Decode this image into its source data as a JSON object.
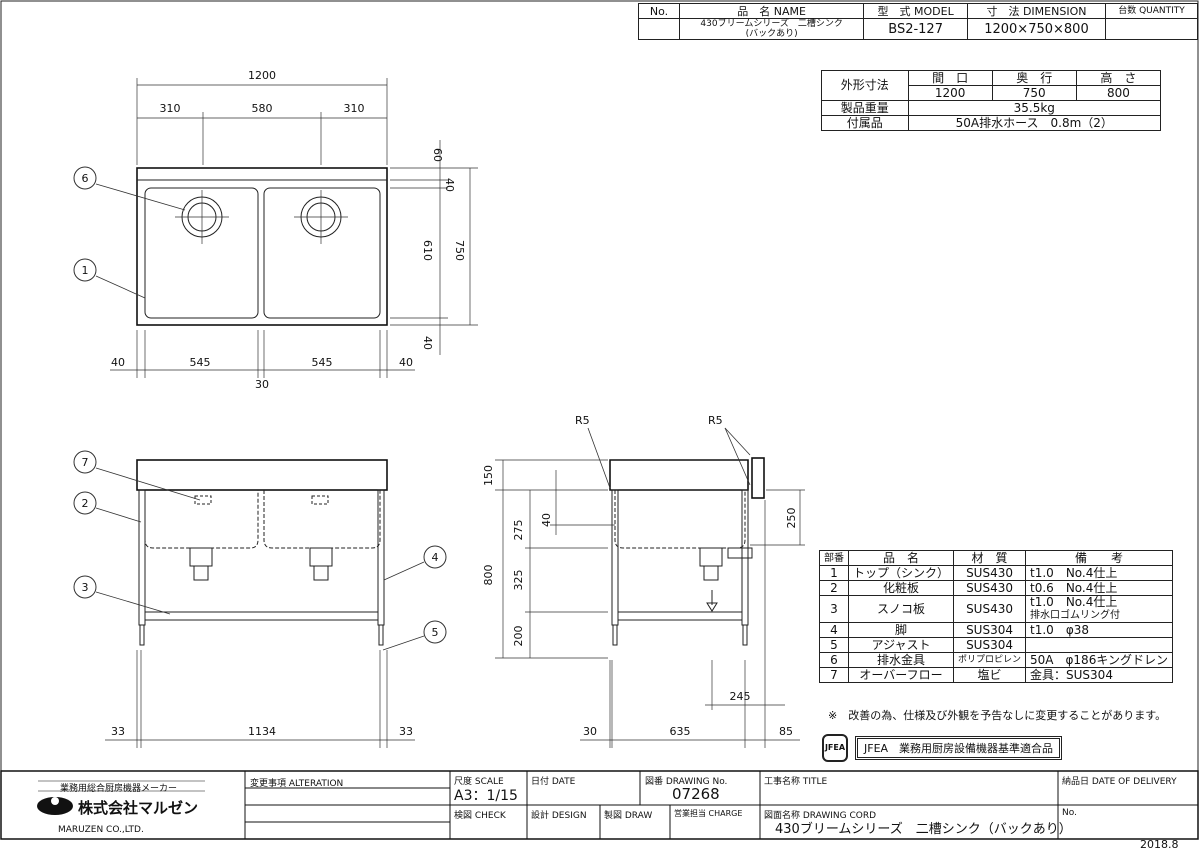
{
  "header_table": {
    "h_no": "No.",
    "h_name": "品　名 NAME",
    "h_model": "型　式 MODEL",
    "h_dim": "寸　法 DIMENSION",
    "h_qty": "台数 QUANTITY",
    "name_line1": "430ブリームシリーズ　二槽シンク",
    "name_line2": "(バックあり)",
    "model": "BS2-127",
    "dimension": "1200×750×800"
  },
  "spec_table": {
    "outer_label": "外形寸法",
    "w_label": "間　口",
    "d_label": "奥　行",
    "h_label": "高　さ",
    "w": "1200",
    "d": "750",
    "h": "800",
    "weight_label": "製品重量",
    "weight": "35.5kg",
    "acc_label": "付属品",
    "acc": "50A排水ホース　0.8m（2）"
  },
  "parts_table": {
    "headers": [
      "部番",
      "品　名",
      "材　質",
      "備　　考"
    ],
    "rows": [
      {
        "no": "1",
        "name": "トップ（シンク）",
        "mat": "SUS430",
        "note": "t1.0　No.4仕上"
      },
      {
        "no": "2",
        "name": "化粧板",
        "mat": "SUS430",
        "note": "t0.6　No.4仕上"
      },
      {
        "no": "3",
        "name": "スノコ板",
        "mat": "SUS430",
        "note": "t1.0　No.4仕上",
        "note2": "排水口ゴムリング付"
      },
      {
        "no": "4",
        "name": "脚",
        "mat": "SUS304",
        "note": "t1.0　φ38"
      },
      {
        "no": "5",
        "name": "アジャスト",
        "mat": "SUS304",
        "note": ""
      },
      {
        "no": "6",
        "name": "排水金具",
        "mat": "ポリプロピレン",
        "note": "50A　φ186キングドレン"
      },
      {
        "no": "7",
        "name": "オーバーフロー",
        "mat": "塩ビ",
        "note": "金具：SUS304"
      }
    ]
  },
  "notice": "※　改善の為、仕様及び外観を予告なしに変更することがあります。",
  "jfea": {
    "logo": "JFEA",
    "label": "JFEA　業務用厨房設備機器基準適合品"
  },
  "dims": {
    "top_total": "1200",
    "top_a": "310",
    "top_b": "580",
    "top_c": "310",
    "r60": "60",
    "r40a": "40",
    "r610": "610",
    "r750": "750",
    "r40b": "40",
    "b40a": "40",
    "b545a": "545",
    "b30": "30",
    "b545b": "545",
    "b40b": "40",
    "f33a": "33",
    "f1134": "1134",
    "f33b": "33",
    "s150": "150",
    "s275": "275",
    "s325": "325",
    "s200": "200",
    "s800": "800",
    "s40": "40",
    "s250": "250",
    "s245": "245",
    "s30": "30",
    "s635": "635",
    "s85": "85",
    "r5a": "R5",
    "r5b": "R5"
  },
  "balloons": {
    "b1": "1",
    "b2": "2",
    "b3": "3",
    "b4": "4",
    "b5": "5",
    "b6": "6",
    "b7": "7"
  },
  "title_block": {
    "maker_tag": "業務用総合厨房機器メーカー",
    "company": "株式会社マルゼン",
    "company_en": "MARUZEN CO.,LTD.",
    "alteration": "変更事項 ALTERATION",
    "scale_label": "尺度 SCALE",
    "scale": "A3：1/15",
    "date_label": "日付 DATE",
    "check_label": "検図 CHECK",
    "design_label": "設計 DESIGN",
    "draw_label": "製図 DRAW",
    "drawing_no_label": "図番 DRAWING No.",
    "drawing_no": "07268",
    "charge_label": "営業担当 CHARGE",
    "title_label": "工事名称 TITLE",
    "drawing_cord_label": "図面名称 DRAWING CORD",
    "drawing_name": "430ブリームシリーズ　二槽シンク（バックあり）",
    "delivery_label": "納品日 DATE OF DELIVERY",
    "no_label": "No.",
    "issue_date": "2018.8"
  }
}
